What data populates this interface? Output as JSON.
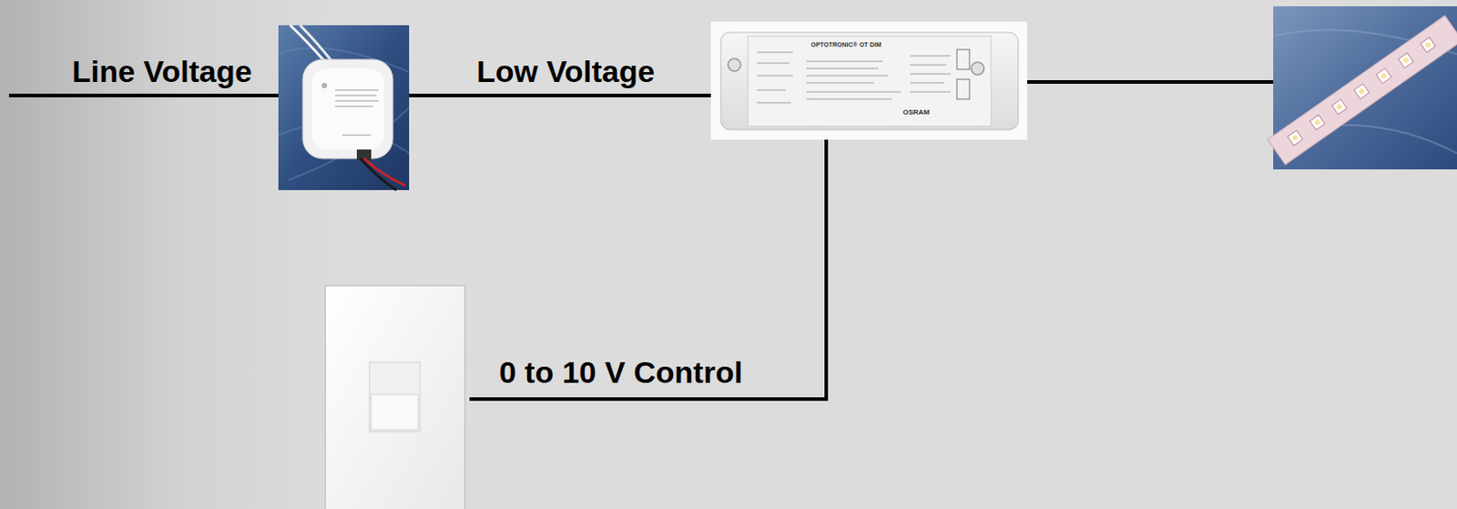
{
  "diagram": {
    "labels": [
      "Line Voltage",
      "Low Voltage",
      "0 to 10 V Control",
      "OPTOTRONIC® OT DIM",
      "OSRAM"
    ]
  }
}
